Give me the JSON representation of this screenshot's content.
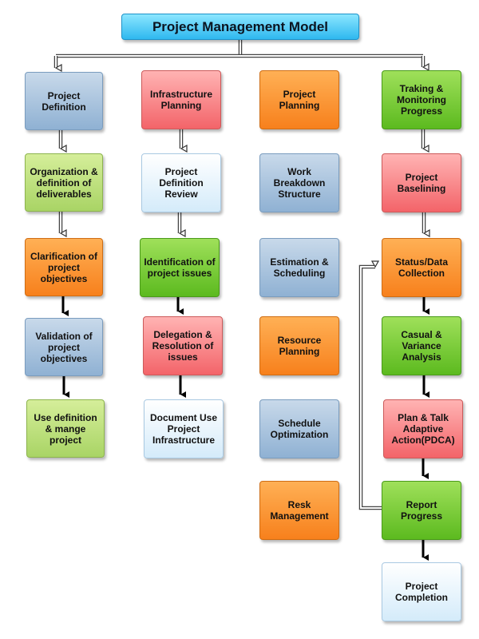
{
  "title": "Project Management Model",
  "columns": [
    {
      "boxes": [
        {
          "label": "Project Definition",
          "color": "blue"
        },
        {
          "label": "Organization & definition of deliverables",
          "color": "lgreen"
        },
        {
          "label": "Clarification of project objectives",
          "color": "orange"
        },
        {
          "label": "Validation of project objectives",
          "color": "blue"
        },
        {
          "label": "Use definition & mange project",
          "color": "lgreen"
        }
      ]
    },
    {
      "boxes": [
        {
          "label": "Infrastructure Planning",
          "color": "red"
        },
        {
          "label": "Project Definition Review",
          "color": "pale"
        },
        {
          "label": "Identification of project issues",
          "color": "green"
        },
        {
          "label": "Delegation & Resolution of issues",
          "color": "red"
        },
        {
          "label": "Document Use Project Infrastructure",
          "color": "pale"
        }
      ]
    },
    {
      "boxes": [
        {
          "label": "Project Planning",
          "color": "orange"
        },
        {
          "label": "Work Breakdown Structure",
          "color": "blue"
        },
        {
          "label": "Estimation & Scheduling",
          "color": "blue"
        },
        {
          "label": "Resource Planning",
          "color": "orange"
        },
        {
          "label": "Schedule Optimization",
          "color": "blue"
        },
        {
          "label": "Resk Management",
          "color": "orange"
        }
      ]
    },
    {
      "boxes": [
        {
          "label": "Traking & Monitoring Progress",
          "color": "green"
        },
        {
          "label": "Project Baselining",
          "color": "red"
        },
        {
          "label": "Status/Data Collection",
          "color": "orange"
        },
        {
          "label": "Casual & Variance Analysis",
          "color": "green"
        },
        {
          "label": "Plan & Talk Adaptive Action(PDCA)",
          "color": "red"
        },
        {
          "label": "Report Progress",
          "color": "green"
        },
        {
          "label": "Project Completion",
          "color": "pale"
        }
      ]
    }
  ]
}
